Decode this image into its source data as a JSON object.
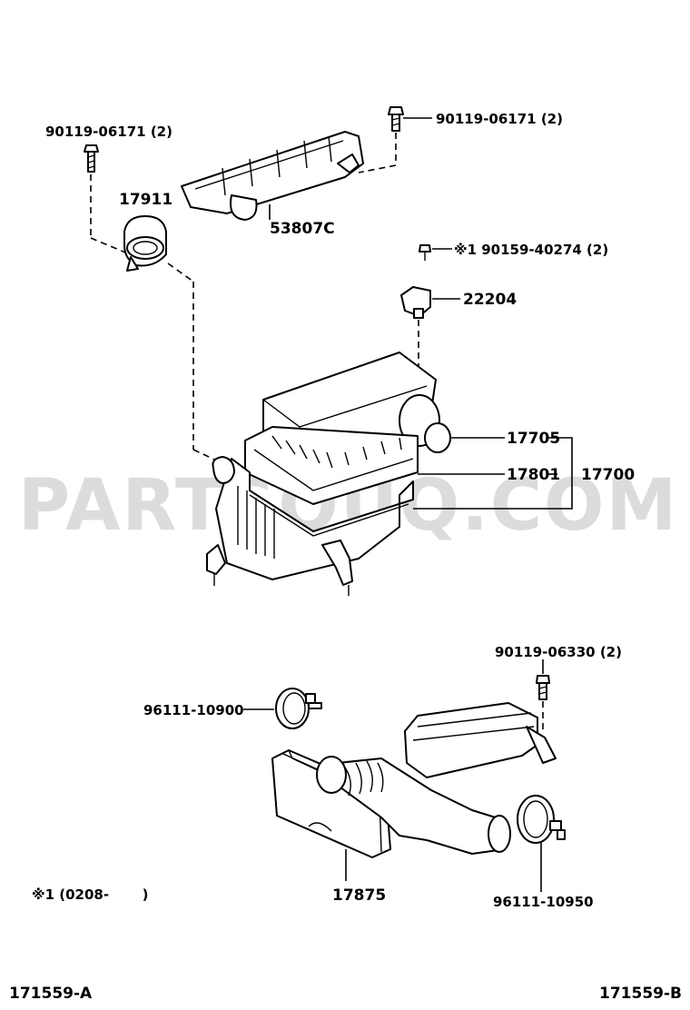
{
  "watermark": "PARTSOUQ.COM",
  "labels": {
    "bolt_left": "90119-06171 (2)",
    "bolt_top_right": "90119-06171 (2)",
    "p17911": "17911",
    "p53807c": "53807C",
    "screw_22204": "※1 90159-40274 (2)",
    "p22204": "22204",
    "p17705": "17705",
    "p17801": "17801",
    "p17700": "17700",
    "bolt_lower": "90119-06330 (2)",
    "clamp_left": "96111-10900",
    "p17875": "17875",
    "clamp_right": "96111-10950",
    "footnote": "※1 (0208-       )",
    "code_left": "171559-A",
    "code_right": "171559-B"
  }
}
